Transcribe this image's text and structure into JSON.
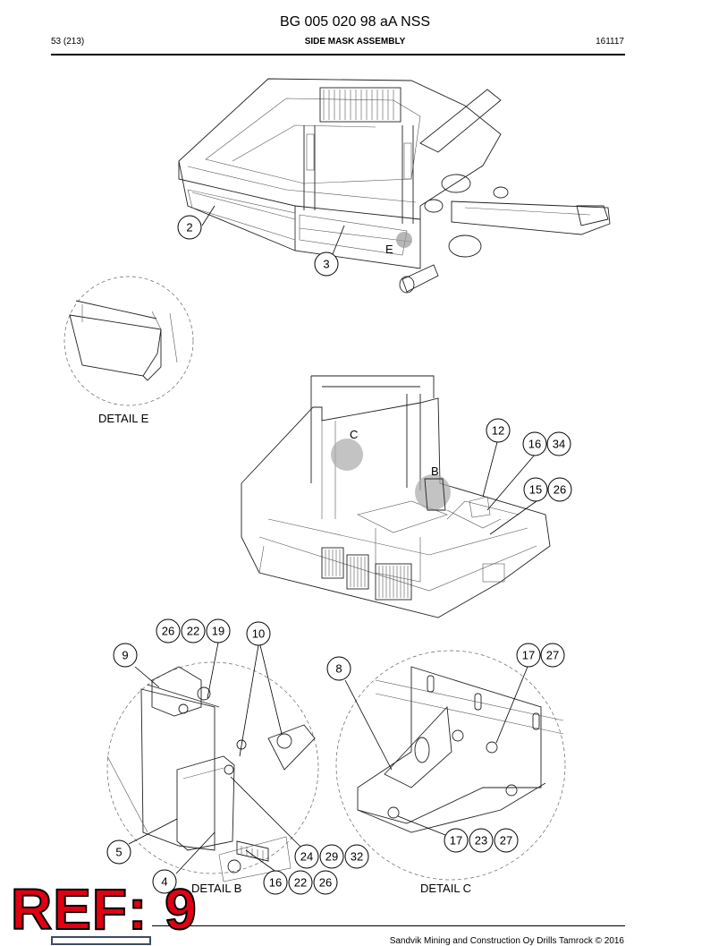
{
  "header": {
    "document_code": "BG 005 020 98 aA NSS",
    "page": "53 (213)",
    "title": "SIDE MASK ASSEMBLY",
    "date": "161117"
  },
  "details": {
    "e": "DETAIL E",
    "b": "DETAIL B",
    "c": "DETAIL C"
  },
  "callout_letters": {
    "e": "E",
    "c": "C",
    "b": "B"
  },
  "callouts": {
    "c2": "2",
    "c3": "3",
    "c12": "12",
    "c16a": "16",
    "c34": "34",
    "c15": "15",
    "c26a": "26",
    "c26b": "26",
    "c22a": "22",
    "c19": "19",
    "c10": "10",
    "c9": "9",
    "c8": "8",
    "c17a": "17",
    "c27a": "27",
    "c5": "5",
    "c24": "24",
    "c29": "29",
    "c32": "32",
    "c4": "4",
    "c16b": "16",
    "c22b": "22",
    "c26c": "26",
    "c17b": "17",
    "c23": "23",
    "c27b": "27"
  },
  "footer": {
    "copyright": "Sandvik Mining and Construction Oy Drills Tamrock © 2016"
  },
  "stamp": {
    "ref": "REF: 9"
  }
}
